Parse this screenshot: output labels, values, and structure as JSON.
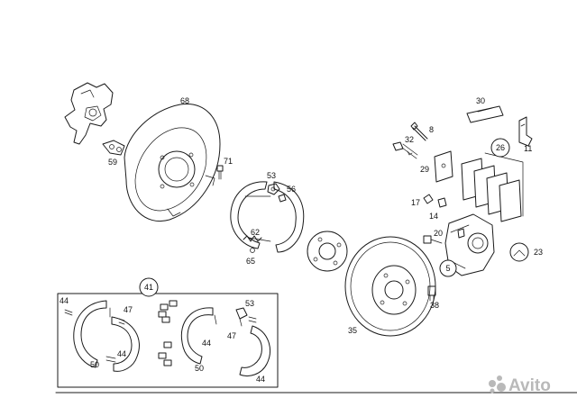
{
  "diagram": {
    "callouts": [
      {
        "id": "c68",
        "label": "68"
      },
      {
        "id": "c59",
        "label": "59"
      },
      {
        "id": "c71",
        "label": "71"
      },
      {
        "id": "c53a",
        "label": "53"
      },
      {
        "id": "c56",
        "label": "56"
      },
      {
        "id": "c62",
        "label": "62"
      },
      {
        "id": "c65",
        "label": "65"
      },
      {
        "id": "c8",
        "label": "8"
      },
      {
        "id": "c32",
        "label": "32"
      },
      {
        "id": "c29",
        "label": "29"
      },
      {
        "id": "c30",
        "label": "30"
      },
      {
        "id": "c11",
        "label": "11"
      },
      {
        "id": "c17",
        "label": "17"
      },
      {
        "id": "c14",
        "label": "14"
      },
      {
        "id": "c20",
        "label": "20"
      },
      {
        "id": "c23",
        "label": "23"
      },
      {
        "id": "c38",
        "label": "38"
      },
      {
        "id": "c35",
        "label": "35"
      },
      {
        "id": "c44a",
        "label": "44"
      },
      {
        "id": "c47a",
        "label": "47"
      },
      {
        "id": "c44b",
        "label": "44"
      },
      {
        "id": "c50a",
        "label": "50"
      },
      {
        "id": "c53b",
        "label": "53"
      },
      {
        "id": "c44c",
        "label": "44"
      },
      {
        "id": "c47b",
        "label": "47"
      },
      {
        "id": "c50b",
        "label": "50"
      },
      {
        "id": "c44d",
        "label": "44"
      }
    ],
    "circled_callouts": [
      {
        "id": "c26",
        "label": "26"
      },
      {
        "id": "c5",
        "label": "5"
      },
      {
        "id": "c41",
        "label": "41"
      }
    ]
  },
  "watermark": {
    "text": "Avito",
    "icon": "avito-dots-logo-icon",
    "color": "#b9b9b9"
  }
}
